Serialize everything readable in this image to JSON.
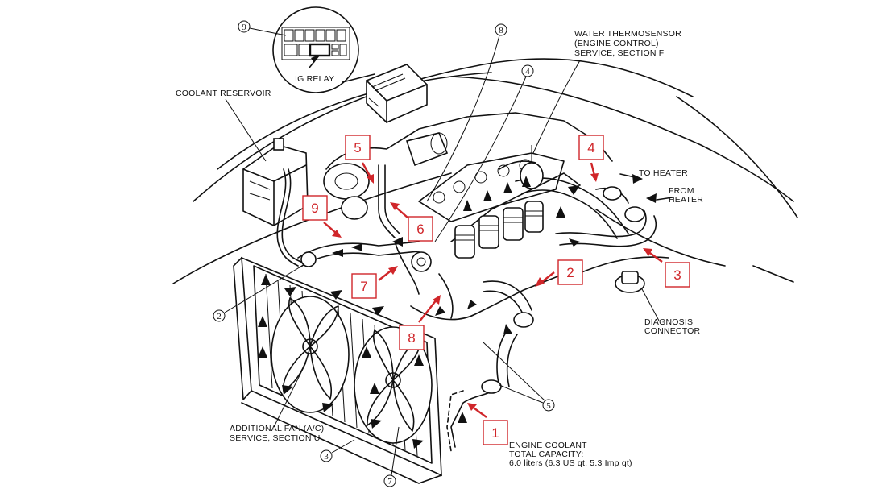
{
  "labels": {
    "coolant_reservoir": "COOLANT RESERVOIR",
    "ig_relay": "IG RELAY",
    "water_thermosensor_1": "WATER THERMOSENSOR",
    "water_thermosensor_2": "(ENGINE CONTROL)",
    "water_thermosensor_3": "SERVICE, SECTION F",
    "to_heater": "TO HEATER",
    "from_heater_1": "FROM",
    "from_heater_2": "HEATER",
    "diagnosis_1": "DIAGNOSIS",
    "diagnosis_2": "CONNECTOR",
    "additional_fan_1": "ADDITIONAL FAN (A/C)",
    "additional_fan_2": "SERVICE, SECTION U",
    "capacity_1": "ENGINE COOLANT",
    "capacity_2": "TOTAL CAPACITY:",
    "capacity_3": "6.0 liters (6.3 US qt, 5.3 Imp qt)"
  },
  "circled_numbers": [
    "9",
    "8",
    "4",
    "2",
    "5",
    "3",
    "7"
  ],
  "red_markers": [
    "1",
    "2",
    "3",
    "4",
    "5",
    "6",
    "7",
    "8",
    "9"
  ],
  "colors": {
    "marker_red": "#d0262a",
    "line_art": "#111111",
    "background": "#ffffff"
  }
}
